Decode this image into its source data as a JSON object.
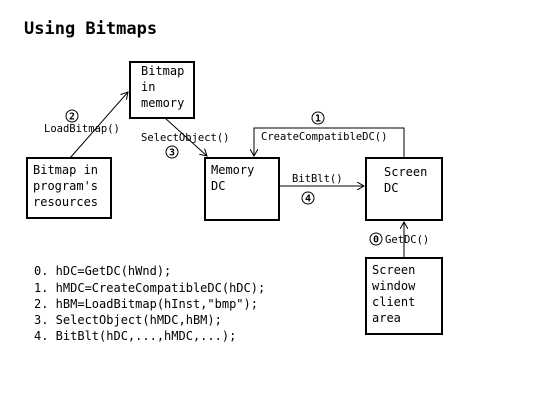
{
  "title": "Using Bitmaps",
  "boxes": {
    "bitmap_memory": [
      "Bitmap",
      "in",
      "memory"
    ],
    "bitmap_resources": [
      "Bitmap in",
      "program's",
      "resources"
    ],
    "memory_dc": [
      "Memory",
      "DC"
    ],
    "screen_dc": [
      "Screen",
      "DC"
    ],
    "screen_window": [
      "Screen",
      "window",
      "client",
      "area"
    ]
  },
  "labels": {
    "load_bitmap": "LoadBitmap()",
    "select_object": "SelectObject()",
    "create_compatible_dc": "CreateCompatibleDC()",
    "bitblt": "BitBlt()",
    "getdc": "GetDC()"
  },
  "steps": {
    "s0": "0",
    "s1": "1",
    "s2": "2",
    "s3": "3",
    "s4": "4"
  },
  "code_lines": [
    "0. hDC=GetDC(hWnd);",
    "1. hMDC=CreateCompatibleDC(hDC);",
    "2. hBM=LoadBitmap(hInst,\"bmp\");",
    "3. SelectObject(hMDC,hBM);",
    "4. BitBlt(hDC,...,hMDC,...);"
  ]
}
